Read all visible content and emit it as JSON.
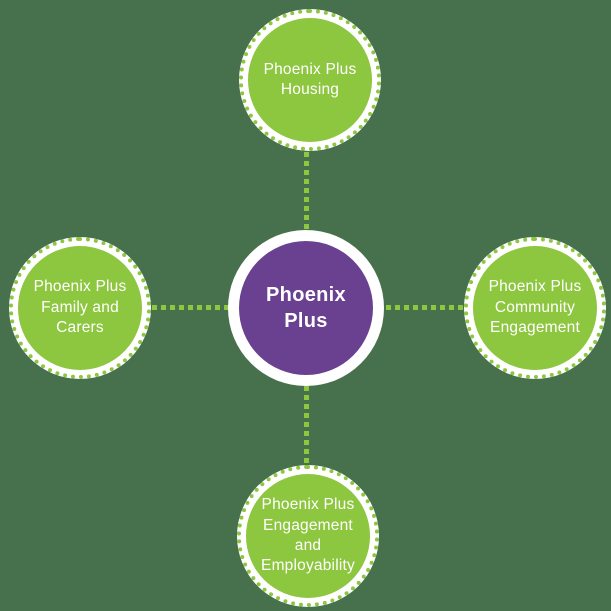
{
  "diagram": {
    "title": "Phoenix Plus services diagram",
    "colors": {
      "background": "#47704D",
      "node_green": "#8DC63F",
      "center_purple": "#6A4190",
      "ring_white": "#FFFFFF",
      "text_white": "#FFFFFF"
    },
    "center": {
      "id": "phoenix-plus",
      "label": "Phoenix\nPlus"
    },
    "nodes": [
      {
        "id": "housing",
        "position": "top",
        "label": "Phoenix Plus\nHousing"
      },
      {
        "id": "community-engagement",
        "position": "right",
        "label": "Phoenix Plus\nCommunity\nEngagement"
      },
      {
        "id": "engagement-employability",
        "position": "bottom",
        "label": "Phoenix Plus\nEngagement\nand\nEmployability"
      },
      {
        "id": "family-carers",
        "position": "left",
        "label": "Phoenix Plus\nFamily and\nCarers"
      }
    ],
    "connectors": [
      {
        "id": "vertical-line",
        "style": "dotted"
      },
      {
        "id": "horizontal-line",
        "style": "dotted"
      }
    ]
  }
}
